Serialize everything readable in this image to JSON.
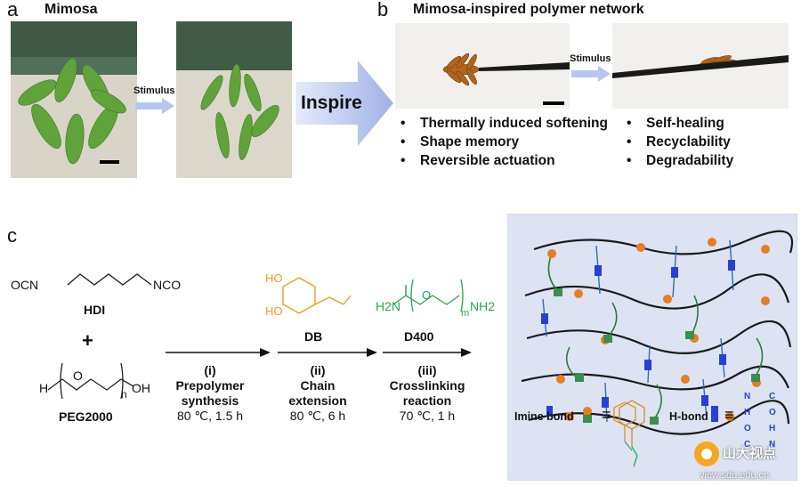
{
  "panel_a": {
    "letter": "a",
    "title": "Mimosa",
    "arrow_label": "Stimulus"
  },
  "inspire": {
    "label": "Inspire"
  },
  "panel_b": {
    "letter": "b",
    "title": "Mimosa-inspired polymer network",
    "arrow_label": "Stimulus",
    "properties_left": [
      "Thermally induced softening",
      "Shape memory",
      "Reversible actuation"
    ],
    "properties_right": [
      "Self-healing",
      "Recyclability",
      "Degradability"
    ]
  },
  "panel_c": {
    "letter": "c",
    "hdi": {
      "name": "HDI",
      "left_group": "OCN",
      "right_group": "NCO"
    },
    "plus": "+",
    "peg": {
      "name": "PEG2000",
      "h": "H",
      "o": "O",
      "n": "n",
      "oh": "OH"
    },
    "db": {
      "name": "DB",
      "ho1": "HO",
      "ho2": "HO"
    },
    "d400": {
      "name": "D400",
      "h2n": "H2N",
      "o": "O",
      "m": "m",
      "nh2": "NH2"
    },
    "steps": [
      {
        "num": "(i)",
        "line1": "Prepolymer",
        "line2": "synthesis",
        "cond": "80 ℃, 1.5 h"
      },
      {
        "num": "(ii)",
        "line1": "Chain",
        "line2": "extension",
        "cond": "80 ℃, 6 h"
      },
      {
        "num": "(iii)",
        "line1": "Crosslinking",
        "line2": "reaction",
        "cond": "70 ℃, 1 h"
      }
    ],
    "network": {
      "imine_label": "Imine bond",
      "hbond_label": "H-bond",
      "equiv": "≡",
      "hbond_atoms": {
        "n": "N",
        "h": "H",
        "c": "C",
        "o": "O"
      }
    }
  },
  "watermark": {
    "brand": "山大视点",
    "url": "view.sdu.edu.cn"
  },
  "colors": {
    "orange": "#f39a1e",
    "green": "#27a84a",
    "blue": "#2a3fd6",
    "network_bg": "#dde3f2",
    "arrow_blue": "#b7c6ee"
  }
}
